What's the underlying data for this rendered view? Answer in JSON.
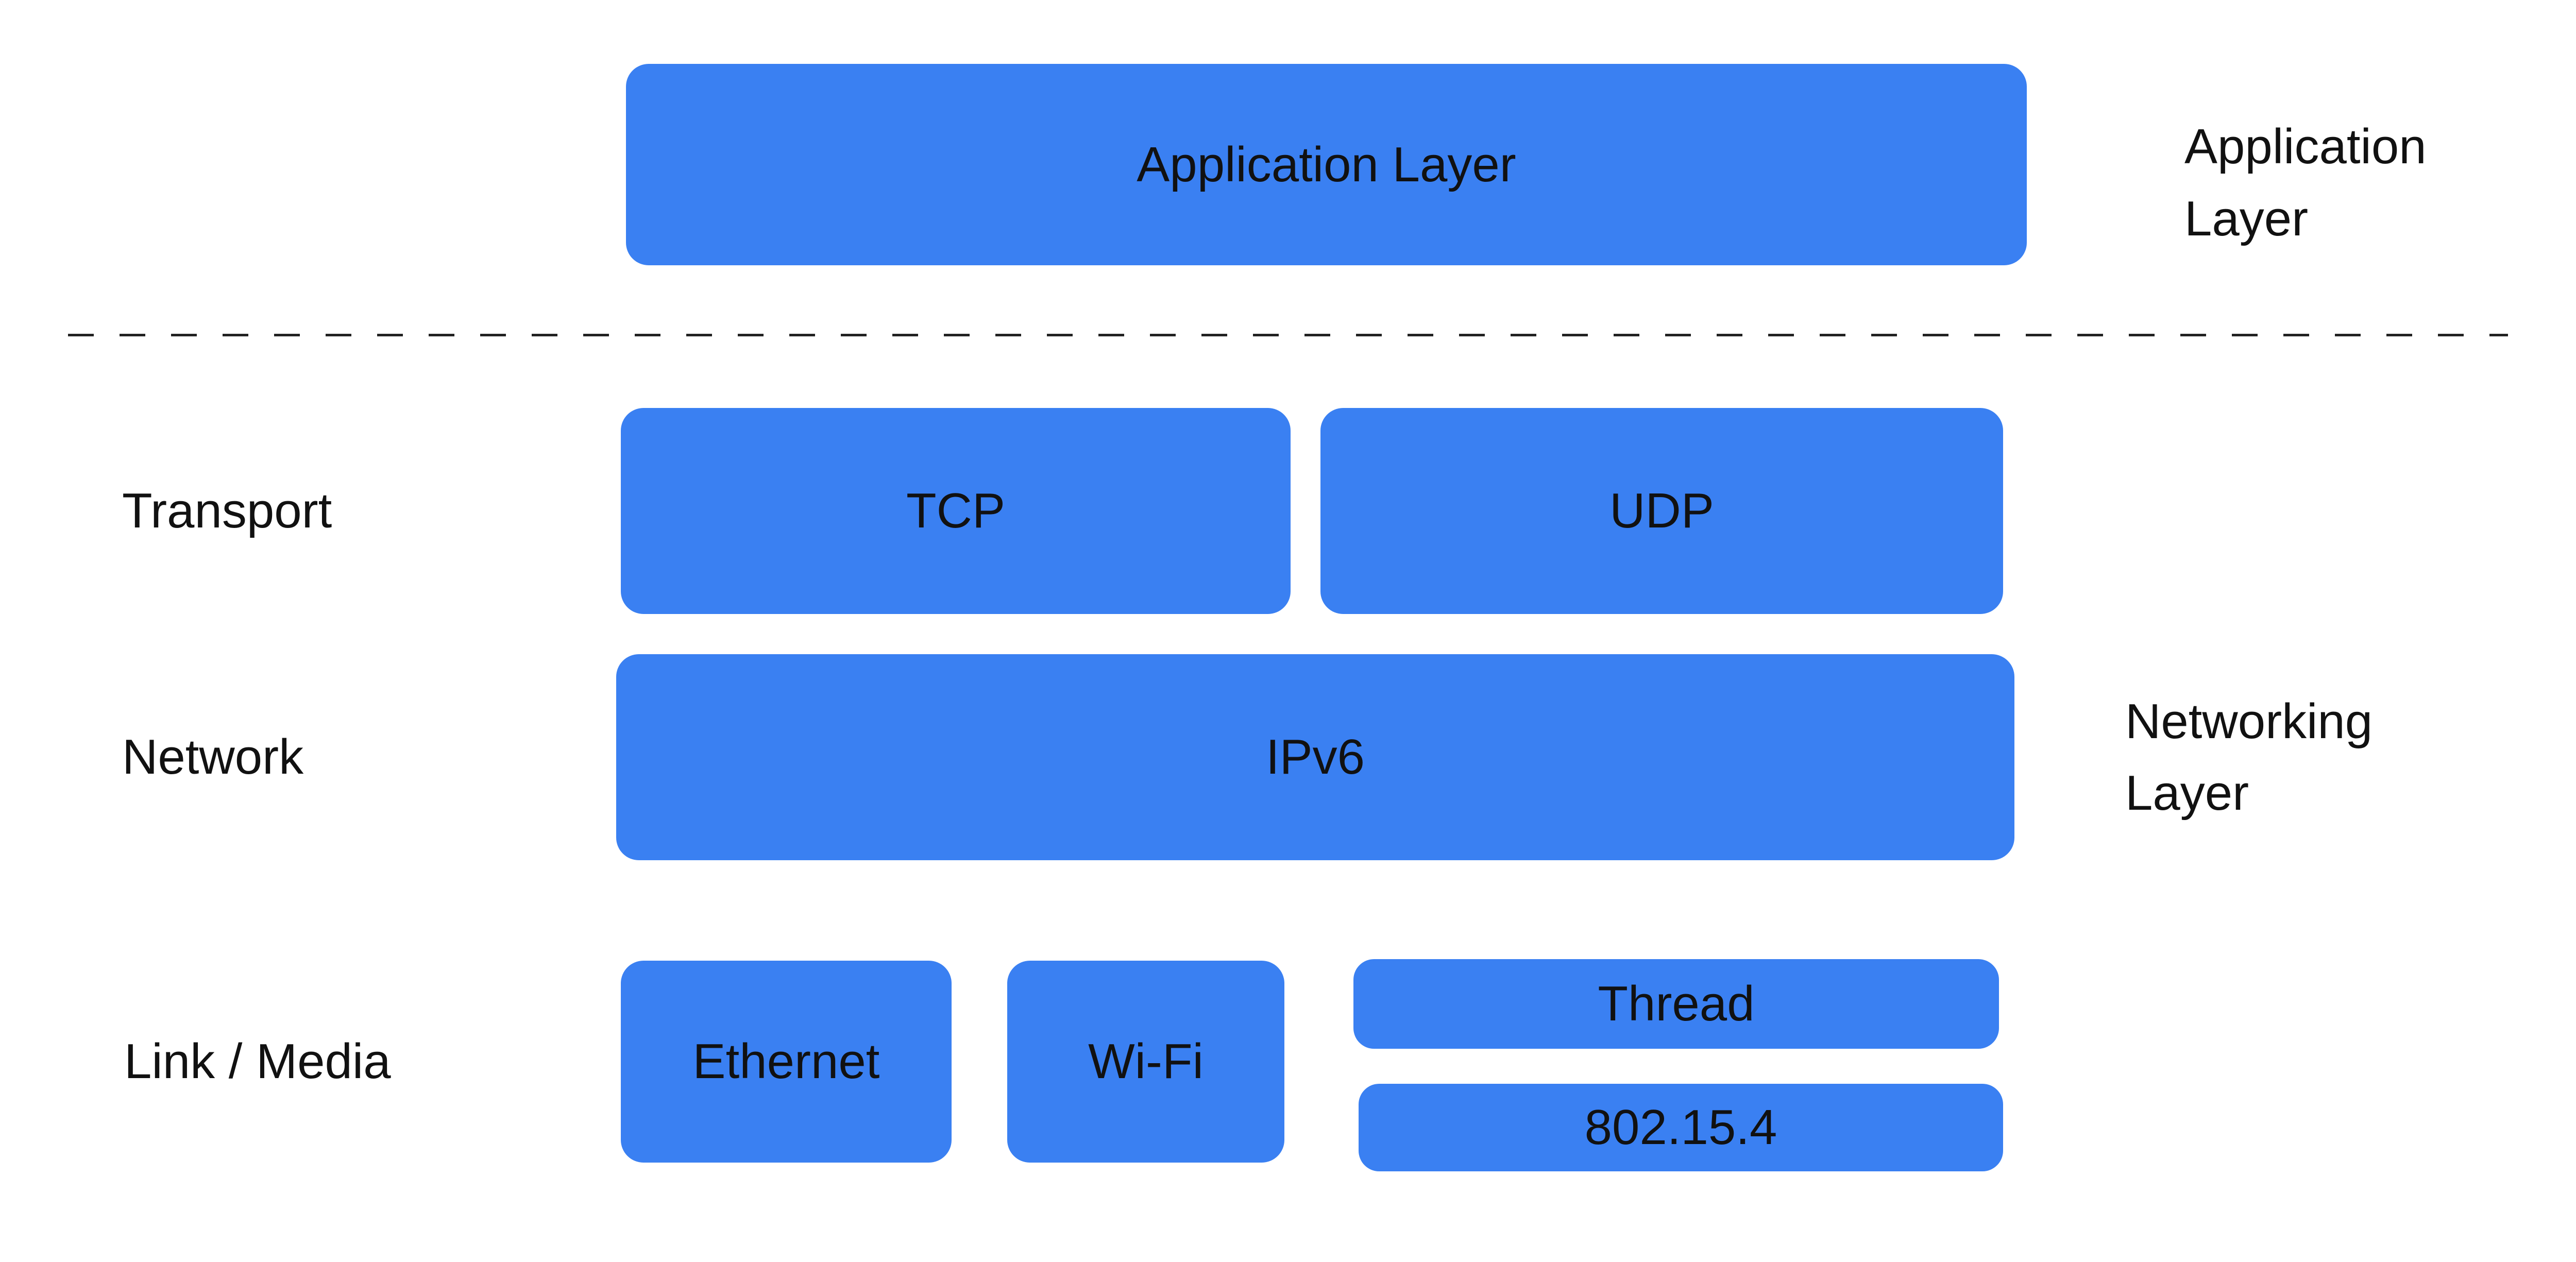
{
  "colors": {
    "accent_blue": "#3A80F2",
    "text_black": "#111111",
    "separator_dark": "#222222"
  },
  "stack": {
    "application": {
      "box_label": "Application Layer"
    },
    "transport": {
      "row_label": "Transport",
      "tcp": "TCP",
      "udp": "UDP"
    },
    "network": {
      "row_label": "Network",
      "ipv6": "IPv6"
    },
    "link": {
      "row_label": "Link / Media",
      "ethernet": "Ethernet",
      "wifi": "Wi-Fi",
      "thread": "Thread",
      "ieee_802_15_4": "802.15.4"
    },
    "side_labels": {
      "application_layer": "Application Layer",
      "networking_layer": "Networking Layer"
    }
  }
}
